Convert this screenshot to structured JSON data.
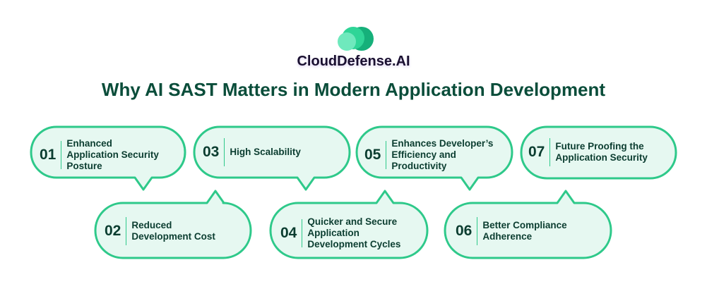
{
  "brand": {
    "name": "CloudDefense.AI"
  },
  "title": "Why AI SAST Matters in Modern Application Development",
  "colors": {
    "border": "#2ec98a",
    "fill": "#e6f8f1",
    "text": "#0b3d30",
    "title": "#0a4d3a"
  },
  "items": [
    {
      "num": "01",
      "label": "Enhanced Application Security Posture"
    },
    {
      "num": "02",
      "label": "Reduced Development Cost"
    },
    {
      "num": "03",
      "label": "High Scalability"
    },
    {
      "num": "04",
      "label": "Quicker and Secure Application Development Cycles"
    },
    {
      "num": "05",
      "label": "Enhances Developer’s Efficiency and Productivity"
    },
    {
      "num": "06",
      "label": "Better Compliance Adherence"
    },
    {
      "num": "07",
      "label": "Future Proofing the Application Security"
    }
  ]
}
